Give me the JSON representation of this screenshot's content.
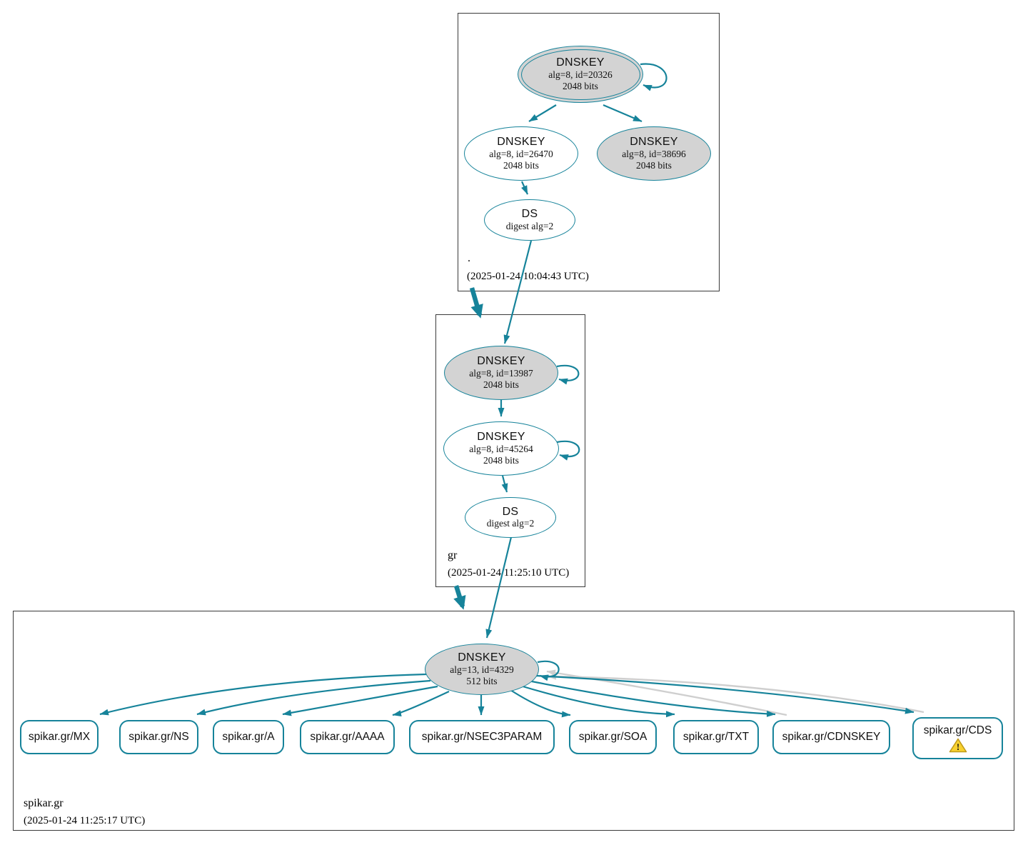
{
  "colors": {
    "accent": "#16839a",
    "node_fill": "#d3d3d3",
    "gray_edge": "#cfcfcf",
    "warning_fill": "#f8d12f",
    "warning_stroke": "#c09b1a"
  },
  "zones": [
    {
      "label": ".",
      "timestamp": "(2025-01-24 10:04:43 UTC)",
      "nodes": {
        "ksk": {
          "title": "DNSKEY",
          "detail": "alg=8, id=20326",
          "bits": "2048 bits"
        },
        "zsk": {
          "title": "DNSKEY",
          "detail": "alg=8, id=26470",
          "bits": "2048 bits"
        },
        "ksk2": {
          "title": "DNSKEY",
          "detail": "alg=8, id=38696",
          "bits": "2048 bits"
        },
        "ds": {
          "title": "DS",
          "detail": "digest alg=2"
        }
      }
    },
    {
      "label": "gr",
      "timestamp": "(2025-01-24 11:25:10 UTC)",
      "nodes": {
        "ksk": {
          "title": "DNSKEY",
          "detail": "alg=8, id=13987",
          "bits": "2048 bits"
        },
        "zsk": {
          "title": "DNSKEY",
          "detail": "alg=8, id=45264",
          "bits": "2048 bits"
        },
        "ds": {
          "title": "DS",
          "detail": "digest alg=2"
        }
      }
    },
    {
      "label": "spikar.gr",
      "timestamp": "(2025-01-24 11:25:17 UTC)",
      "nodes": {
        "key": {
          "title": "DNSKEY",
          "detail": "alg=13, id=4329",
          "bits": "512 bits"
        }
      },
      "rrsets": [
        {
          "label": "spikar.gr/MX"
        },
        {
          "label": "spikar.gr/NS"
        },
        {
          "label": "spikar.gr/A"
        },
        {
          "label": "spikar.gr/AAAA"
        },
        {
          "label": "spikar.gr/NSEC3PARAM"
        },
        {
          "label": "spikar.gr/SOA"
        },
        {
          "label": "spikar.gr/TXT"
        },
        {
          "label": "spikar.gr/CDNSKEY"
        },
        {
          "label": "spikar.gr/CDS"
        }
      ],
      "warning_glyph": "!"
    }
  ]
}
